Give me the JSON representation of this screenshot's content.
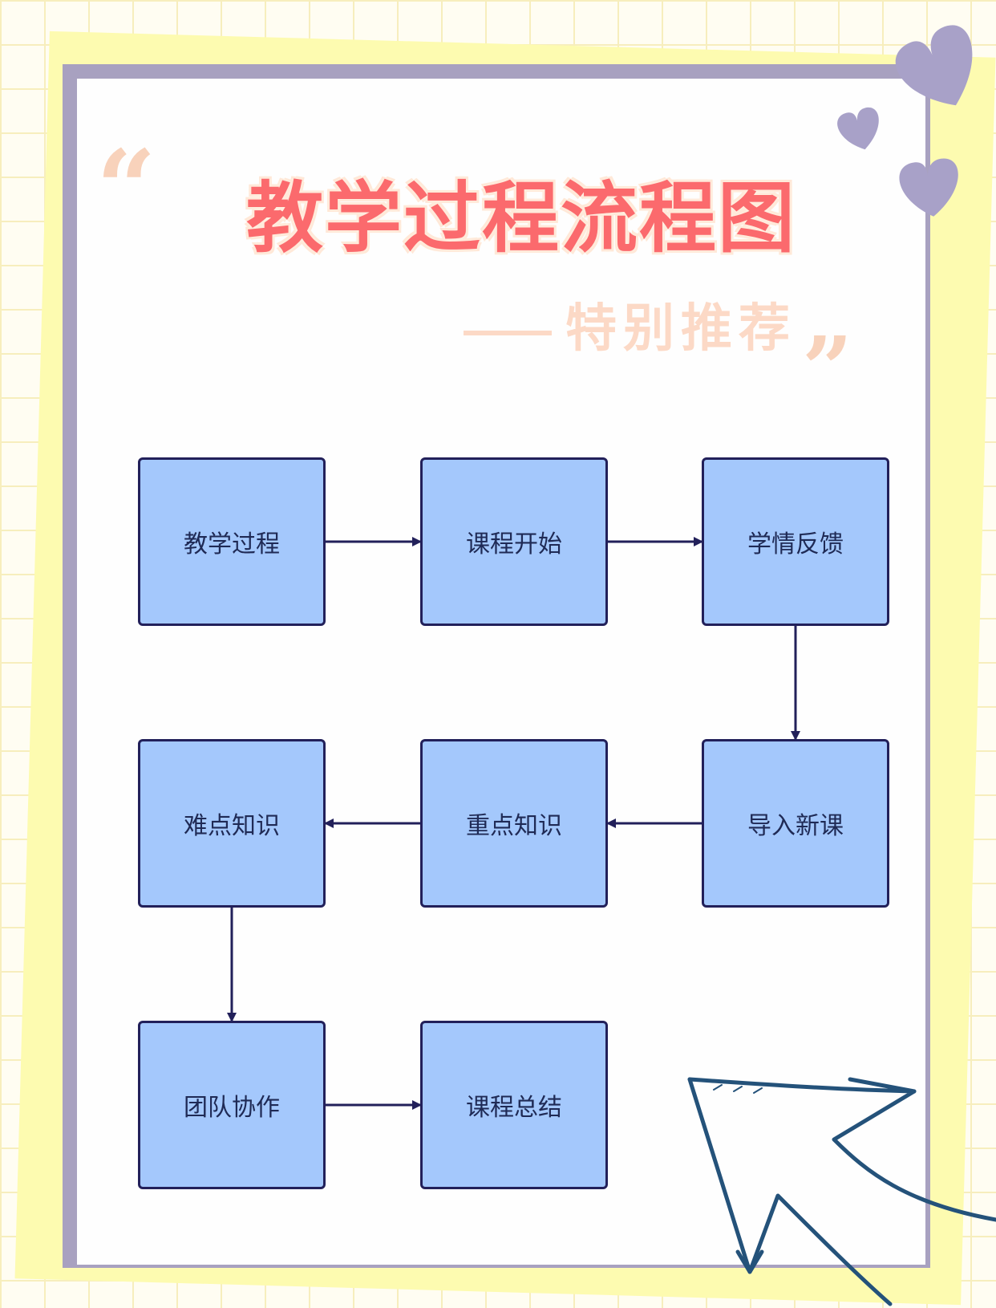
{
  "title": "教学过程流程图",
  "subtitle": "特别推荐",
  "quote_open": "“",
  "quote_close": "”",
  "colors": {
    "title": "#fb6a6d",
    "subtitle": "#fcd9c6",
    "node_fill": "#a4c8fc",
    "node_border": "#22205a",
    "arrow": "#22205a",
    "frame": "#a8a1c0",
    "heart": "#a8a1c8"
  },
  "diagram": {
    "nodes": [
      {
        "id": "n1",
        "label": "教学过程"
      },
      {
        "id": "n2",
        "label": "课程开始"
      },
      {
        "id": "n3",
        "label": "学情反馈"
      },
      {
        "id": "n4",
        "label": "导入新课"
      },
      {
        "id": "n5",
        "label": "重点知识"
      },
      {
        "id": "n6",
        "label": "难点知识"
      },
      {
        "id": "n7",
        "label": "团队协作"
      },
      {
        "id": "n8",
        "label": "课程总结"
      }
    ],
    "edges": [
      {
        "from": "n1",
        "to": "n2"
      },
      {
        "from": "n2",
        "to": "n3"
      },
      {
        "from": "n3",
        "to": "n4"
      },
      {
        "from": "n4",
        "to": "n5"
      },
      {
        "from": "n5",
        "to": "n6"
      },
      {
        "from": "n6",
        "to": "n7"
      },
      {
        "from": "n7",
        "to": "n8"
      }
    ]
  },
  "decorations": {
    "icons": [
      "heart-icon-large",
      "heart-icon-small",
      "heart-icon-medium",
      "hand-drawn-arrow-icon"
    ]
  }
}
